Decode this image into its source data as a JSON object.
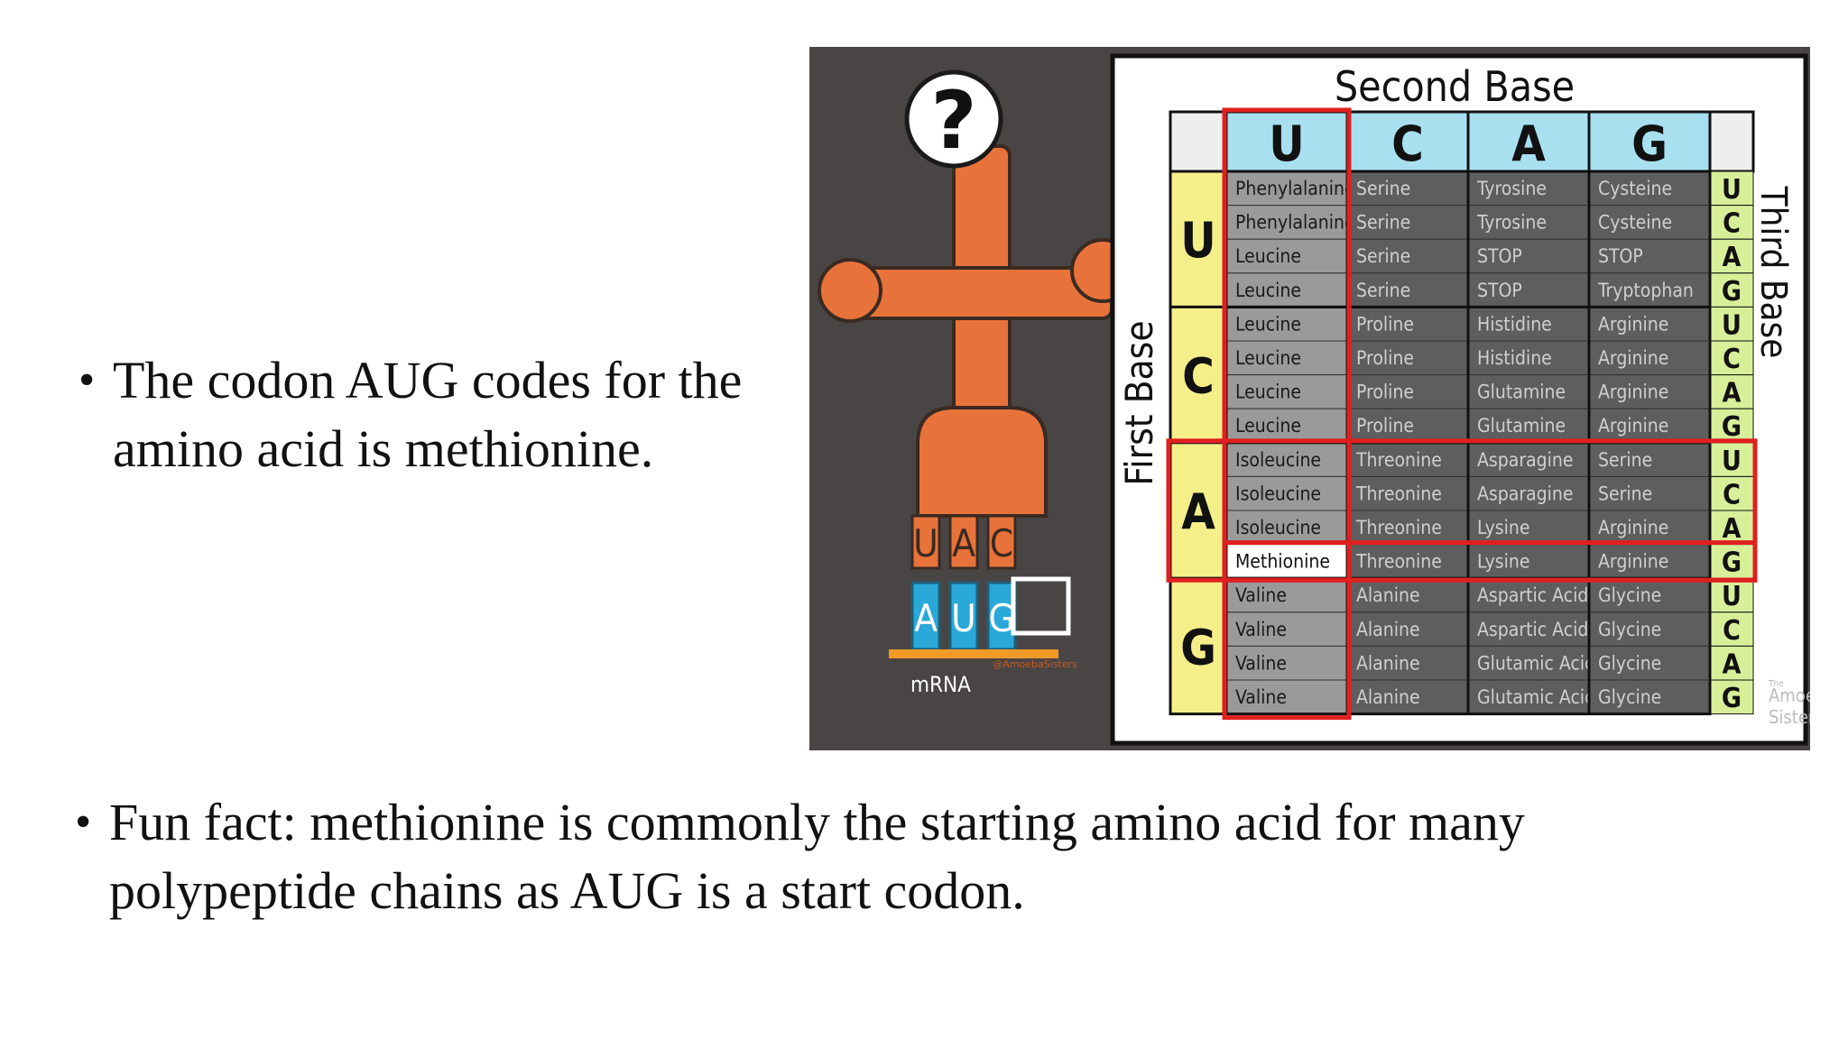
{
  "slide": {
    "bullet1": "The codon AUG codes for the amino acid is methionine.",
    "bullet2": "Fun fact: methionine is commonly the starting amino acid for many polypeptide chains as AUG is a start codon.",
    "bullet_glyph": "•"
  },
  "figure": {
    "question_mark": "?",
    "anticodon": [
      "U",
      "A",
      "C"
    ],
    "codon": [
      "A",
      "U",
      "G"
    ],
    "mrna_label": "mRNA",
    "trna_watermark": "@AmoebaSisters",
    "chart_title": "Second Base",
    "first_base_label": "First Base",
    "third_base_label": "Third Base",
    "second_bases": [
      "U",
      "C",
      "A",
      "G"
    ],
    "first_bases": [
      "U",
      "C",
      "A",
      "G"
    ],
    "third_bases": [
      "U",
      "C",
      "A",
      "G"
    ],
    "credit": [
      "The",
      "Amoeba",
      "Sisters"
    ],
    "highlight_cell": "Methionine",
    "colors": {
      "trna": "#e8733a",
      "codon_blue": "#2aa8d8",
      "header_blue": "#a8e0f0",
      "first_base_yellow": "#f5ef8a",
      "third_base_green": "#d8ef9a",
      "highlight_red": "#e02020",
      "mrna_bar": "#f09a28"
    },
    "table": [
      [
        "Phenylalanine",
        "Serine",
        "Tyrosine",
        "Cysteine"
      ],
      [
        "Phenylalanine",
        "Serine",
        "Tyrosine",
        "Cysteine"
      ],
      [
        "Leucine",
        "Serine",
        "STOP",
        "STOP"
      ],
      [
        "Leucine",
        "Serine",
        "STOP",
        "Tryptophan"
      ],
      [
        "Leucine",
        "Proline",
        "Histidine",
        "Arginine"
      ],
      [
        "Leucine",
        "Proline",
        "Histidine",
        "Arginine"
      ],
      [
        "Leucine",
        "Proline",
        "Glutamine",
        "Arginine"
      ],
      [
        "Leucine",
        "Proline",
        "Glutamine",
        "Arginine"
      ],
      [
        "Isoleucine",
        "Threonine",
        "Asparagine",
        "Serine"
      ],
      [
        "Isoleucine",
        "Threonine",
        "Asparagine",
        "Serine"
      ],
      [
        "Isoleucine",
        "Threonine",
        "Lysine",
        "Arginine"
      ],
      [
        "Methionine",
        "Threonine",
        "Lysine",
        "Arginine"
      ],
      [
        "Valine",
        "Alanine",
        "Aspartic Acid",
        "Glycine"
      ],
      [
        "Valine",
        "Alanine",
        "Aspartic Acid",
        "Glycine"
      ],
      [
        "Valine",
        "Alanine",
        "Glutamic Acid",
        "Glycine"
      ],
      [
        "Valine",
        "Alanine",
        "Glutamic Acid",
        "Glycine"
      ]
    ]
  }
}
